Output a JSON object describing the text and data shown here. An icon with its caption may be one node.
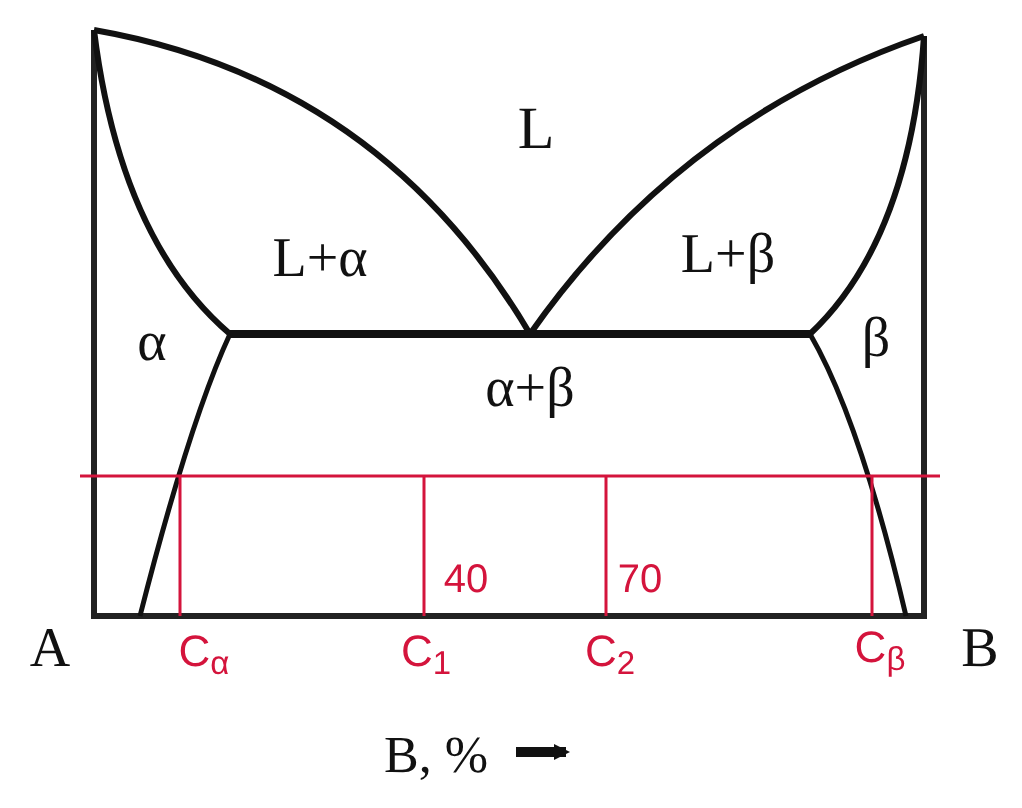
{
  "diagram": {
    "labels": [
      "L",
      "L+α",
      "L+β",
      "α",
      "β",
      "α+β",
      "40",
      "70",
      "A",
      "C$_{α}$",
      "C$_{1}$",
      "C$_{2}$",
      "C$_{β}$",
      "B",
      "B, %"
    ]
  }
}
